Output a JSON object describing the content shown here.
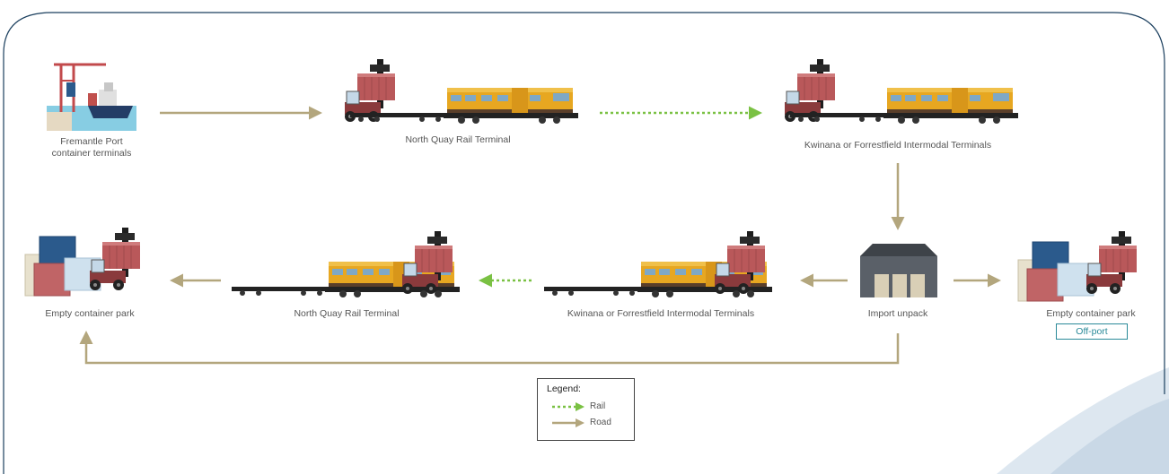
{
  "nodes": {
    "fremantle_port": {
      "line1": "Fremantle Port",
      "line2": "container terminals"
    },
    "north_quay_top": "North Quay Rail Terminal",
    "kwinana_top": "Kwinana or Forrestfield Intermodal Terminals",
    "import_unpack": "Import unpack",
    "empty_park_offport": "Empty container park",
    "offport_tag": "Off-port",
    "kwinana_bottom": "Kwinana or Forrestfield Intermodal Terminals",
    "north_quay_bottom": "North Quay Rail Terminal",
    "empty_park_left": "Empty container park"
  },
  "legend": {
    "title": "Legend:",
    "rail": "Rail",
    "road": "Road"
  },
  "colors": {
    "road": "#b3a67d",
    "rail": "#7ac143",
    "border": "#1b3f5e",
    "container_red": "#b9585a",
    "locomotive": "#e7a721"
  }
}
